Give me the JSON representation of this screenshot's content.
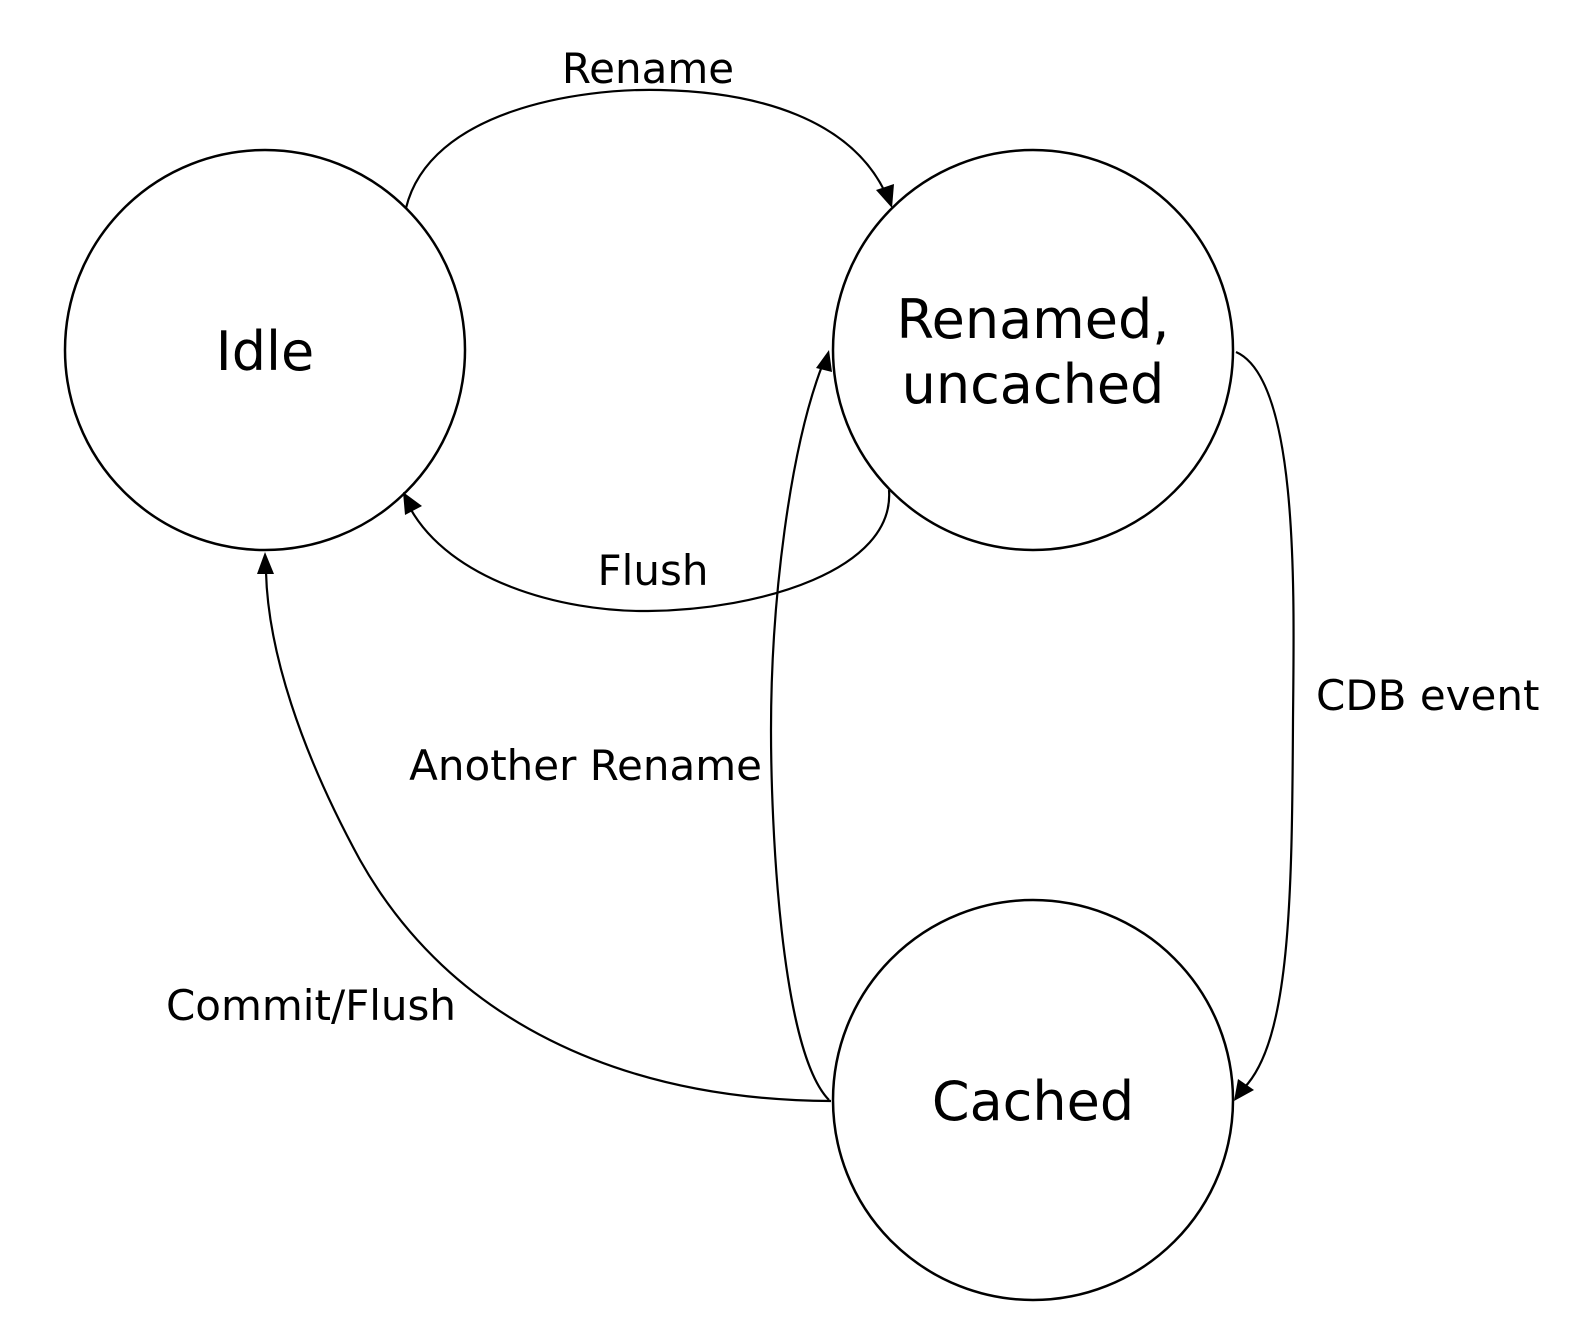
{
  "states": {
    "idle": {
      "label": "Idle"
    },
    "renamed_uncached": {
      "label_line1": "Renamed,",
      "label_line2": "uncached"
    },
    "cached": {
      "label": "Cached"
    }
  },
  "transitions": {
    "rename": {
      "label": "Rename",
      "from": "Idle",
      "to": "Renamed, uncached"
    },
    "flush": {
      "label": "Flush",
      "from": "Renamed, uncached",
      "to": "Idle"
    },
    "cdb_event": {
      "label": "CDB event",
      "from": "Renamed, uncached",
      "to": "Cached"
    },
    "another_rename": {
      "label": "Another Rename",
      "from": "Cached",
      "to": "Renamed, uncached"
    },
    "commit_flush": {
      "label": "Commit/Flush",
      "from": "Cached",
      "to": "Idle"
    }
  }
}
